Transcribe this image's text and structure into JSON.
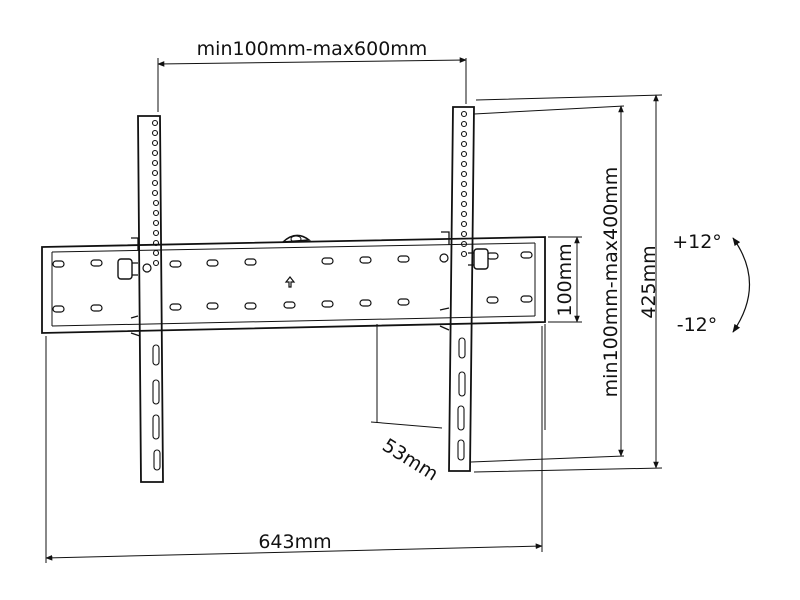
{
  "dimensions": {
    "arm_spacing": "min100mm-max600mm",
    "plate_height": "100mm",
    "vertical_spacing": "min100mm-max400mm",
    "overall_height": "425mm",
    "depth": "53mm",
    "overall_width": "643mm"
  },
  "tilt": {
    "up": "+12°",
    "down": "-12°"
  }
}
